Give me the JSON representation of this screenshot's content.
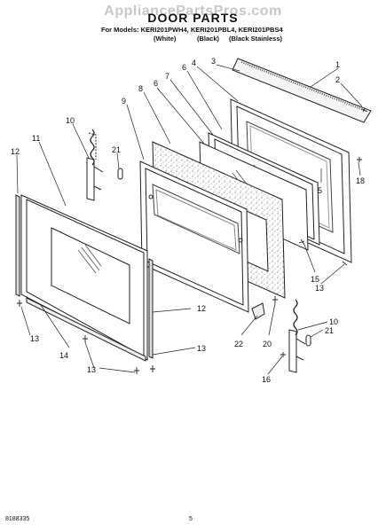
{
  "watermark": "AppliancePartsPros.com",
  "title": "DOOR PARTS",
  "models_line": "For Models: KERI201PWH4, KERI201PBL4, KERI201PBS4",
  "variants": [
    "(White)",
    "(Black)",
    "(Black Stainless)"
  ],
  "footer": {
    "doc_number": "8188335",
    "page_number": "5"
  },
  "callouts": [
    "1",
    "2",
    "3",
    "4",
    "5",
    "6",
    "6",
    "7",
    "8",
    "9",
    "10",
    "10",
    "11",
    "12",
    "12",
    "13",
    "13",
    "13",
    "13",
    "14",
    "15",
    "16",
    "18",
    "20",
    "21",
    "21",
    "22"
  ]
}
